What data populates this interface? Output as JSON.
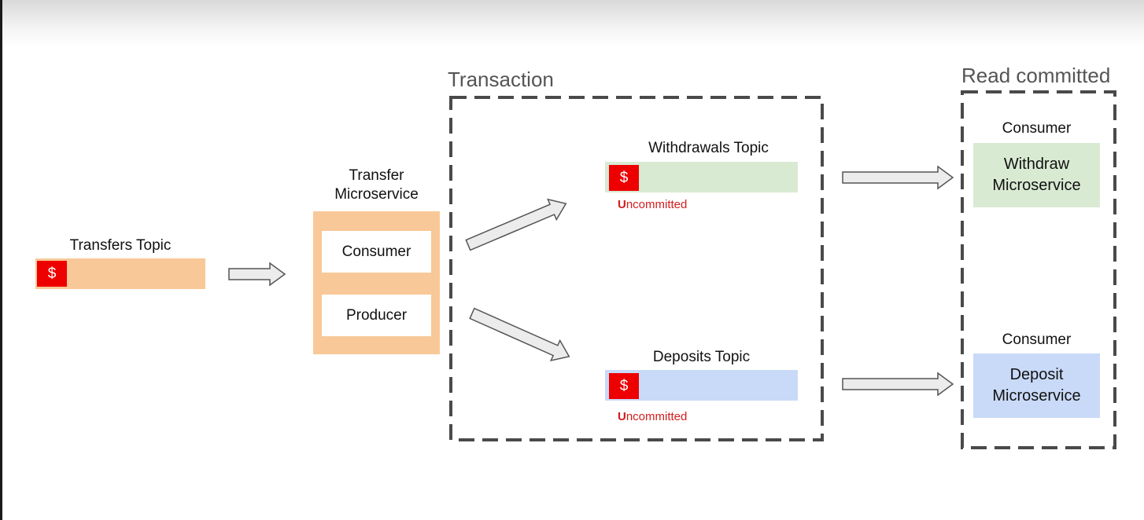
{
  "transfers_topic": {
    "label": "Transfers Topic",
    "message": "$"
  },
  "transfer_microservice": {
    "label_line1": "Transfer",
    "label_line2": "Microservice",
    "consumer": "Consumer",
    "producer": "Producer"
  },
  "transaction": {
    "label": "Transaction"
  },
  "withdrawals_topic": {
    "label": "Withdrawals Topic",
    "message": "$",
    "status_first": "U",
    "status_rest": "ncommitted"
  },
  "deposits_topic": {
    "label": "Deposits Topic",
    "message": "$",
    "status_first": "U",
    "status_rest": "ncommitted"
  },
  "read_committed": {
    "label": "Read committed"
  },
  "withdraw_consumer": {
    "label": "Consumer",
    "line1": "Withdraw",
    "line2": "Microservice"
  },
  "deposit_consumer": {
    "label": "Consumer",
    "line1": "Deposit",
    "line2": "Microservice"
  },
  "colors": {
    "orange": "#f9c898",
    "green": "#d9ead3",
    "blue": "#c9daf8",
    "red": "#ee0000",
    "uncommitted_red": "#d41c1c",
    "dashed_border": "#4a4a4a"
  }
}
